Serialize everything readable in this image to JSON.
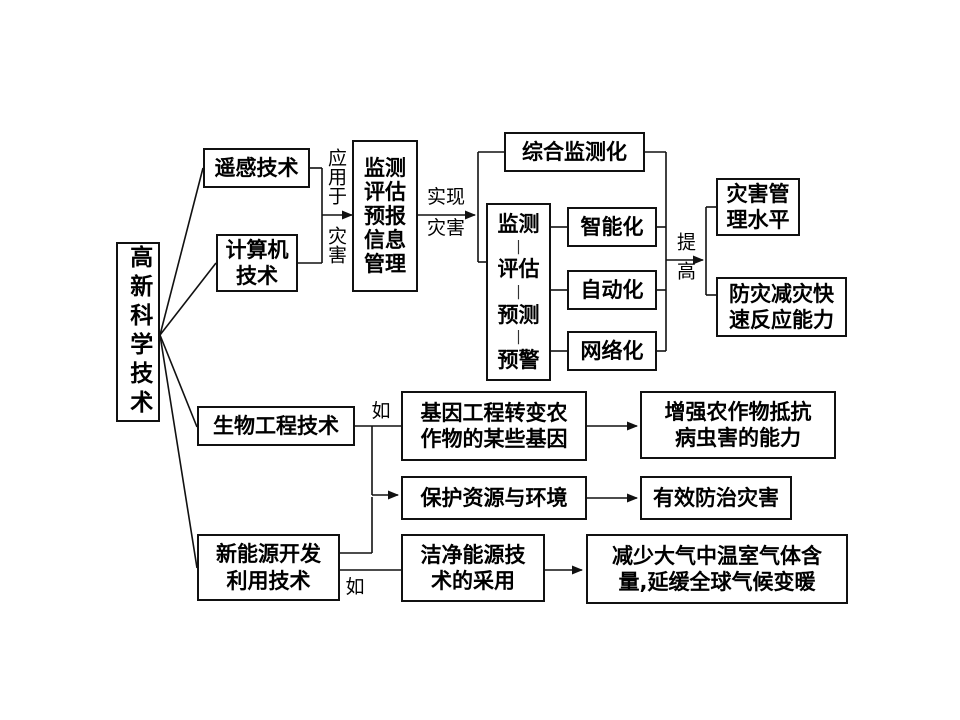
{
  "root": {
    "label": "高新科学技术"
  },
  "branch1": {
    "remote_sensing": "遥感技术",
    "computer_line1": "计算机",
    "computer_line2": "技术",
    "apply_label": "应用于",
    "disaster_label": "灾害",
    "management": {
      "line1": "监测",
      "line2": "评估",
      "line3": "预报",
      "line4": "信息",
      "line5": "管理"
    },
    "realize_line1": "实现",
    "realize_line2": "灾害",
    "integrated": "综合监测化",
    "chain": {
      "item1": "监测",
      "item2": "评估",
      "item3": "预测",
      "item4": "预警",
      "sep": "|"
    },
    "smart": "智能化",
    "automated": "自动化",
    "networked": "网络化",
    "improve_label": "提高",
    "goal1_line1": "灾害管",
    "goal1_line2": "理水平",
    "goal2_line1": "防灾减灾快",
    "goal2_line2": "速反应能力"
  },
  "branch2": {
    "bioeng": "生物工程技术",
    "example_label": "如",
    "gene_line1": "基因工程转变农",
    "gene_line2": "作物的某些基因",
    "resist_line1": "增强农作物抵抗",
    "resist_line2": "病虫害的能力",
    "protect": "保护资源与环境",
    "prevent": "有效防治灾害"
  },
  "branch3": {
    "energy_line1": "新能源开发",
    "energy_line2": "利用技术",
    "example_label": "如",
    "clean_line1": "洁净能源技",
    "clean_line2": "术的采用",
    "reduce_line1": "减少大气中温室气体含",
    "reduce_line2": "量,延缓全球气候变暖"
  }
}
